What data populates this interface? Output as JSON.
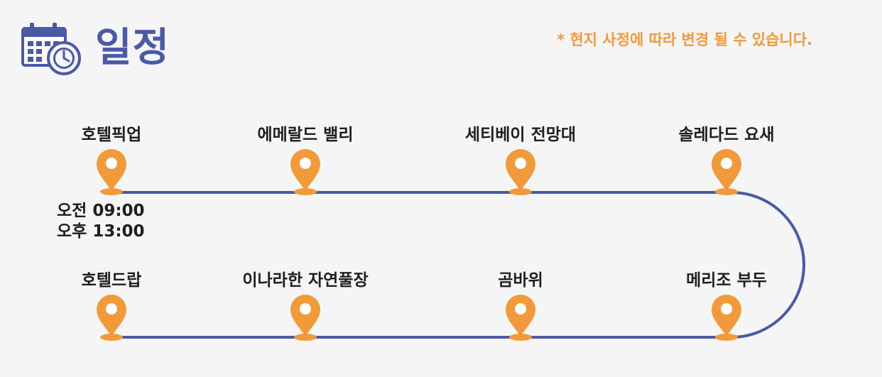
{
  "header": {
    "title": "일정",
    "notice": "* 현지 사정에 따라 변경 될 수 있습니다.",
    "icon": "calendar-clock-icon"
  },
  "colors": {
    "title": "#4a5aa8",
    "route_line": "#4a5aa8",
    "pin": "#f29a3a",
    "notice": "#f29a3a",
    "text": "#1e1e1e",
    "background": "#f5f5f5"
  },
  "schedule": {
    "pickup_time": "오전 09:00",
    "drop_time": "오후 13:00"
  },
  "stops": [
    {
      "label": "호텔픽업"
    },
    {
      "label": "에메랄드 밸리"
    },
    {
      "label": "세티베이 전망대"
    },
    {
      "label": "솔레다드 요새"
    },
    {
      "label": "메리조 부두"
    },
    {
      "label": "곰바위"
    },
    {
      "label": "이나라한 자연풀장"
    },
    {
      "label": "호텔드랍"
    }
  ]
}
